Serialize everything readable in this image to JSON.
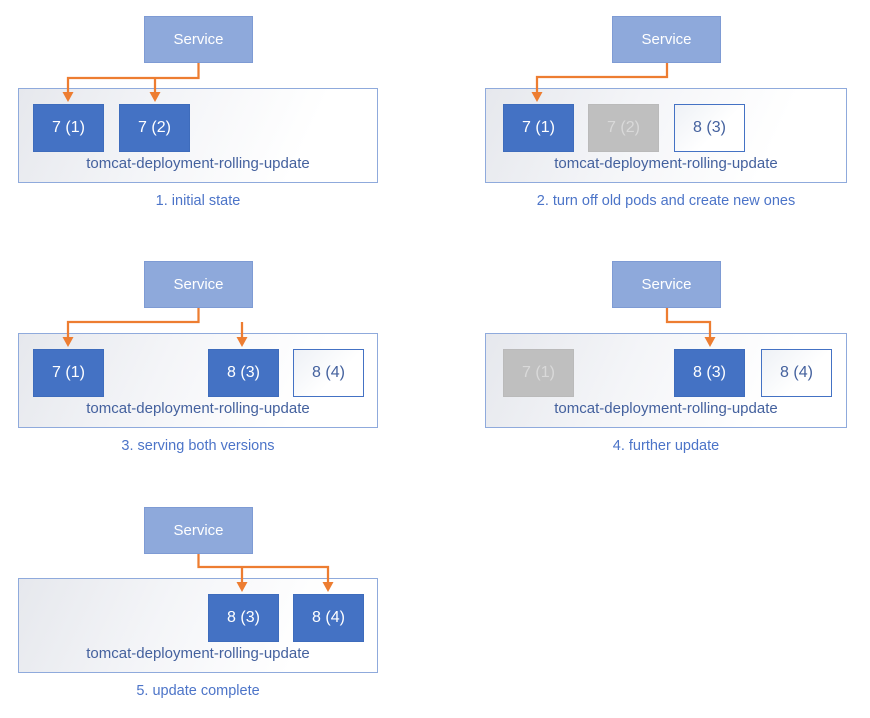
{
  "colors": {
    "service_fill": "#8EA9DB",
    "pod_active_fill": "#4472C4",
    "pod_inactive_fill": "#BFBFBF",
    "pod_pending_border": "#4472C4",
    "container_border": "#8FAADC",
    "arrow": "#ED7D31",
    "deployment_text": "#44619E",
    "caption_text": "#4C74C8"
  },
  "panels": [
    {
      "caption": "1. initial state",
      "service_label": "Service",
      "deployment_label": "tomcat-deployment-rolling-update",
      "pods": [
        {
          "label": "7 (1)",
          "state": "active"
        },
        {
          "label": "7 (2)",
          "state": "active"
        }
      ]
    },
    {
      "caption": "2. turn off old pods and create new ones",
      "service_label": "Service",
      "deployment_label": "tomcat-deployment-rolling-update",
      "pods": [
        {
          "label": "7 (1)",
          "state": "active"
        },
        {
          "label": "7 (2)",
          "state": "inactive"
        },
        {
          "label": "8 (3)",
          "state": "pending"
        }
      ]
    },
    {
      "caption": "3. serving both versions",
      "service_label": "Service",
      "deployment_label": "tomcat-deployment-rolling-update",
      "pods": [
        {
          "label": "7 (1)",
          "state": "active"
        },
        {
          "label": "8 (3)",
          "state": "active"
        },
        {
          "label": "8 (4)",
          "state": "pending"
        }
      ]
    },
    {
      "caption": "4. further update",
      "service_label": "Service",
      "deployment_label": "tomcat-deployment-rolling-update",
      "pods": [
        {
          "label": "7 (1)",
          "state": "inactive"
        },
        {
          "label": "8 (3)",
          "state": "active"
        },
        {
          "label": "8 (4)",
          "state": "pending"
        }
      ]
    },
    {
      "caption": "5. update complete",
      "service_label": "Service",
      "deployment_label": "tomcat-deployment-rolling-update",
      "pods": [
        {
          "label": "8 (3)",
          "state": "active"
        },
        {
          "label": "8 (4)",
          "state": "active"
        }
      ]
    }
  ]
}
